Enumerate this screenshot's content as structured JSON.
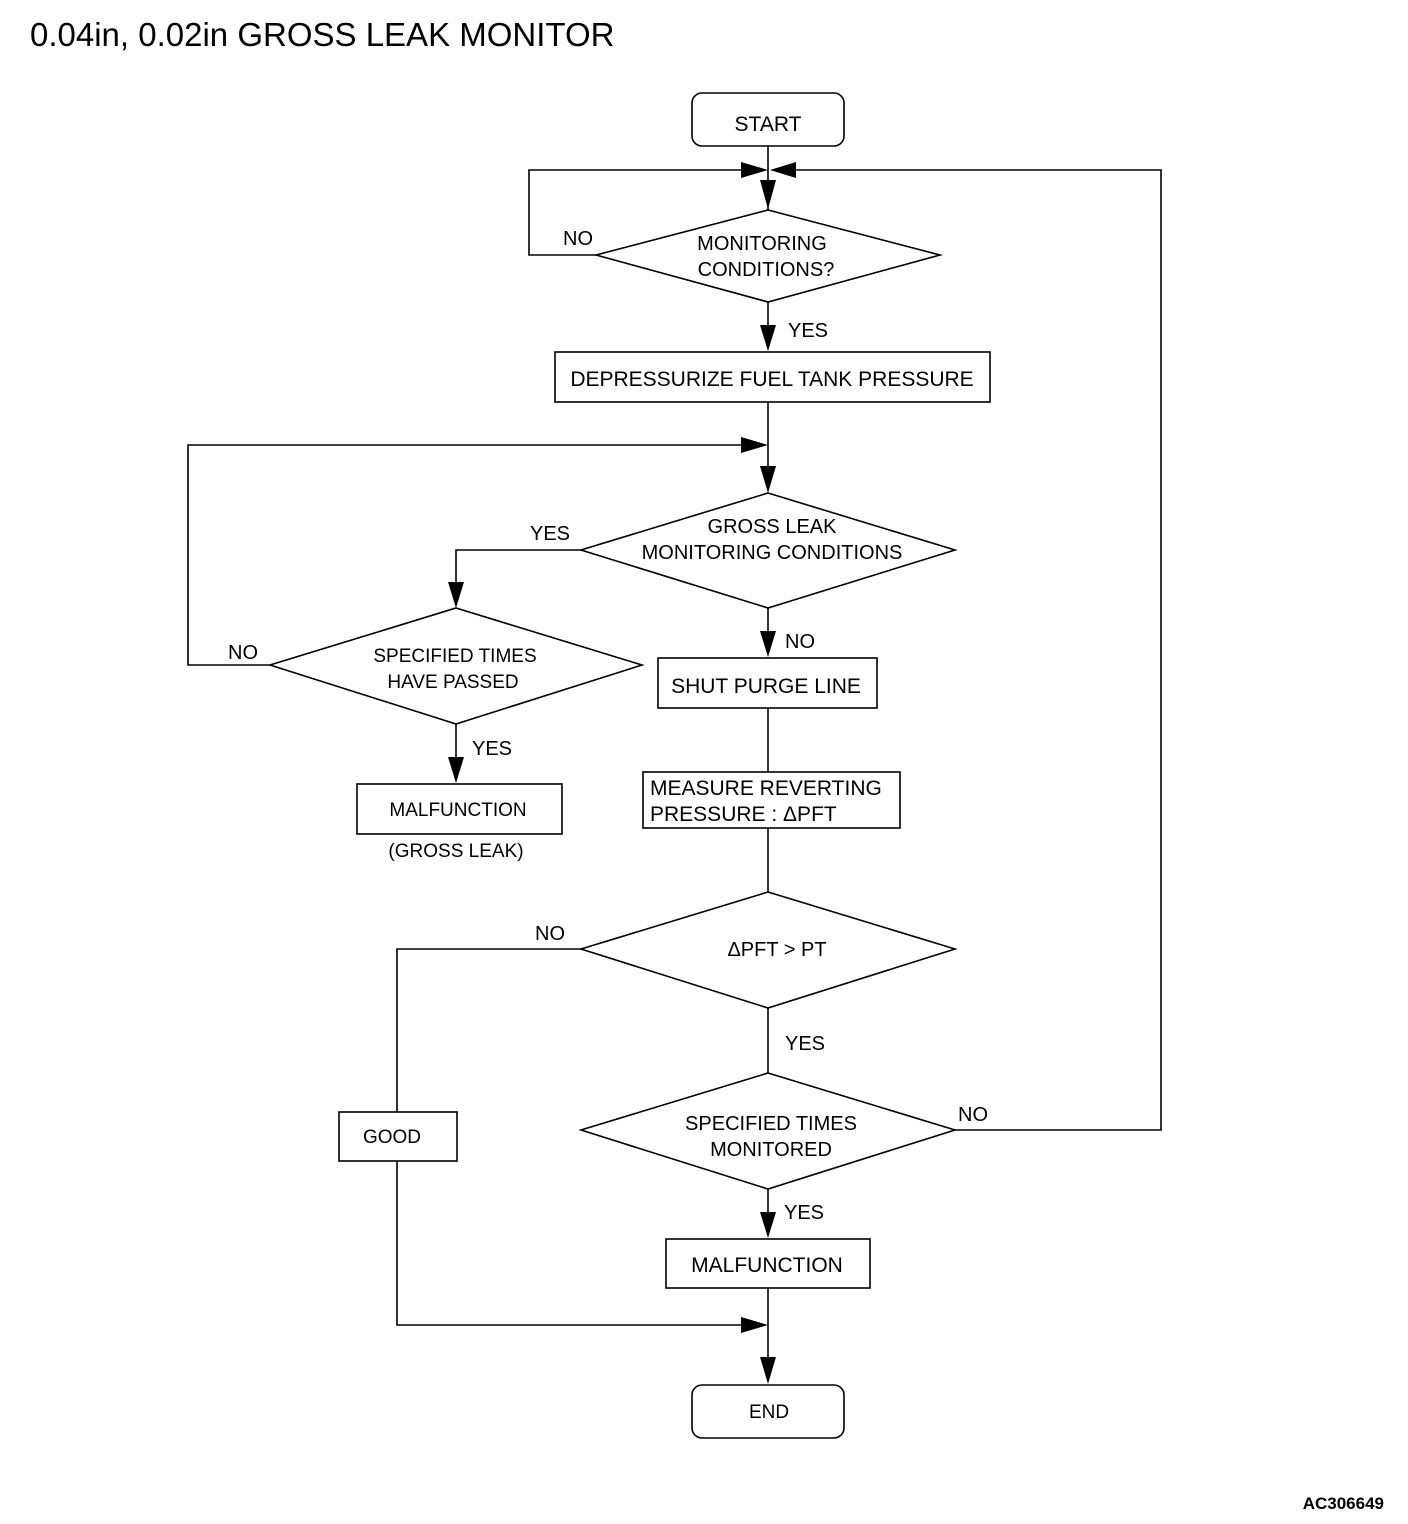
{
  "title": "0.04in, 0.02in GROSS LEAK MONITOR",
  "figure_id": "AC306649",
  "nodes": {
    "start": "START",
    "monitoring_conditions": [
      "MONITORING",
      "CONDITIONS?"
    ],
    "depressurize": "DEPRESSURIZE FUEL TANK PRESSURE",
    "gross_leak_conditions": [
      "GROSS LEAK",
      "MONITORING CONDITIONS"
    ],
    "specified_times_passed": [
      "SPECIFIED TIMES",
      "HAVE PASSED"
    ],
    "malfunction_gross": "MALFUNCTION",
    "malfunction_gross_note": "(GROSS LEAK)",
    "shut_purge": "SHUT PURGE LINE",
    "measure": [
      "MEASURE REVERTING",
      "PRESSURE : ΔPFT"
    ],
    "dpft_check": "ΔPFT > PT",
    "good": "GOOD",
    "specified_times_monitored": [
      "SPECIFIED TIMES",
      "MONITORED"
    ],
    "malfunction": "MALFUNCTION",
    "end": "END"
  },
  "labels": {
    "yes": "YES",
    "no": "NO"
  }
}
